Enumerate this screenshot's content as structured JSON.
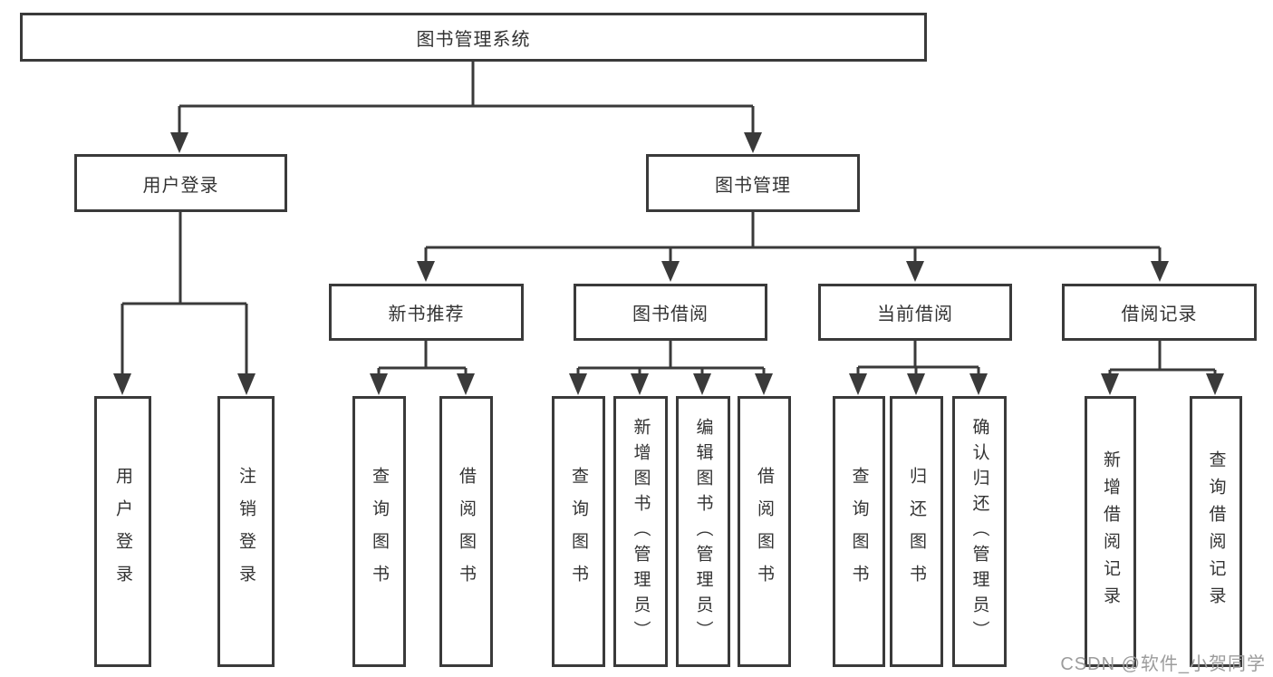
{
  "diagram": {
    "type": "tree",
    "root": {
      "label": "图书管理系统"
    },
    "level1": [
      {
        "label": "用户登录"
      },
      {
        "label": "图书管理"
      }
    ],
    "level2": [
      {
        "label": "新书推荐",
        "parent": "图书管理"
      },
      {
        "label": "图书借阅",
        "parent": "图书管理"
      },
      {
        "label": "当前借阅",
        "parent": "图书管理"
      },
      {
        "label": "借阅记录",
        "parent": "图书管理"
      }
    ],
    "leaves": [
      {
        "label": "用户登录",
        "parent": "用户登录"
      },
      {
        "label": "注销登录",
        "parent": "用户登录"
      },
      {
        "label": "查询图书",
        "parent": "新书推荐"
      },
      {
        "label": "借阅图书",
        "parent": "新书推荐"
      },
      {
        "label": "查询图书",
        "parent": "图书借阅"
      },
      {
        "label": "新增图书（管理员）",
        "parent": "图书借阅"
      },
      {
        "label": "编辑图书（管理员）",
        "parent": "图书借阅"
      },
      {
        "label": "借阅图书",
        "parent": "图书借阅"
      },
      {
        "label": "查询图书",
        "parent": "当前借阅"
      },
      {
        "label": "归还图书",
        "parent": "当前借阅"
      },
      {
        "label": "确认归还（管理员）",
        "parent": "当前借阅"
      },
      {
        "label": "新增借阅记录",
        "parent": "借阅记录"
      },
      {
        "label": "查询借阅记录",
        "parent": "借阅记录"
      }
    ],
    "watermark": "CSDN @软件_小贺同学",
    "colors": {
      "line": "#3a3a3a",
      "border": "#3a3a3a",
      "text": "#333333",
      "watermark": "#9c9c9c",
      "background": "#ffffff"
    }
  }
}
